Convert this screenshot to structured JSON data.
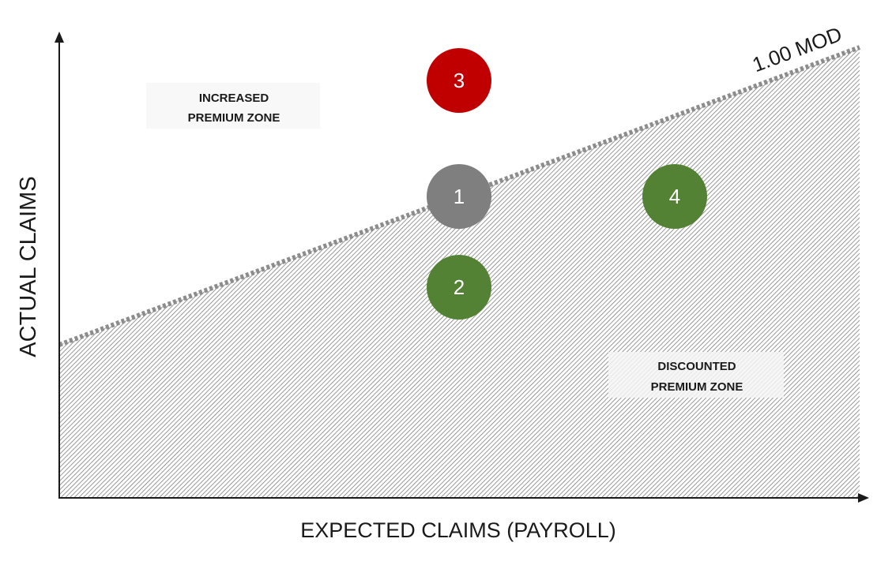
{
  "axes": {
    "x_label": "EXPECTED CLAIMS (PAYROLL)",
    "y_label": "ACTUAL CLAIMS"
  },
  "line_label": "1.00 MOD",
  "zones": {
    "increased_line1": "INCREASED",
    "increased_line2": "PREMIUM ZONE",
    "discounted_line1": "DISCOUNTED",
    "discounted_line2": "PREMIUM ZONE"
  },
  "markers": [
    {
      "label": "1",
      "color": "#7f7f7f"
    },
    {
      "label": "2",
      "color": "#548235"
    },
    {
      "label": "3",
      "color": "#c00000"
    },
    {
      "label": "4",
      "color": "#548235"
    }
  ],
  "colors": {
    "hatch": "#555555",
    "mod_line": "#8c8c8c",
    "axis": "#1a1a1a"
  }
}
